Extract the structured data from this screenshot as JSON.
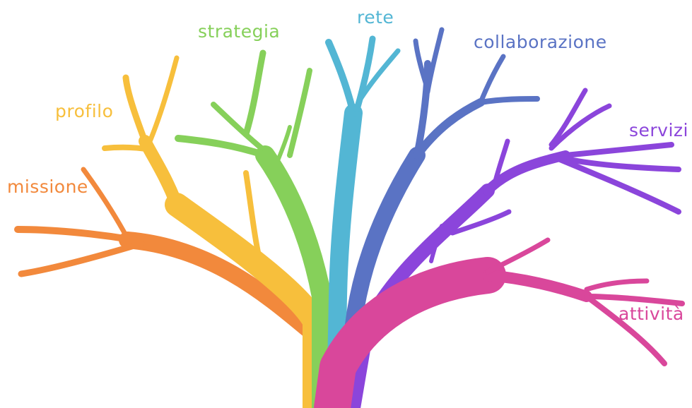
{
  "diagram": {
    "branches": [
      {
        "id": "missione",
        "label": "missione",
        "color": "#f2893c"
      },
      {
        "id": "profilo",
        "label": "profilo",
        "color": "#f7bf3c"
      },
      {
        "id": "strategia",
        "label": "strategia",
        "color": "#86d05a"
      },
      {
        "id": "rete",
        "label": "rete",
        "color": "#53b6d4"
      },
      {
        "id": "collaborazione",
        "label": "collaborazione",
        "color": "#5a73c4"
      },
      {
        "id": "servizi",
        "label": "servizi",
        "color": "#8b45db"
      },
      {
        "id": "attivita",
        "label": "attività",
        "color": "#d9479b"
      }
    ]
  }
}
